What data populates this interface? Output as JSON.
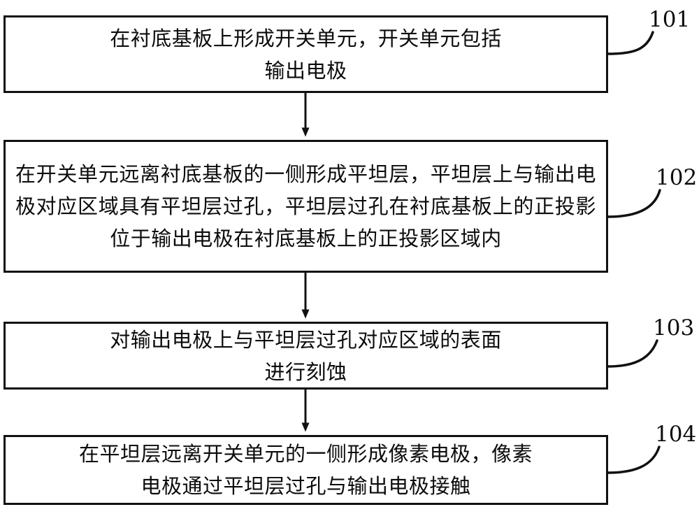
{
  "diagram": {
    "type": "flowchart",
    "orientation": "vertical",
    "background_color": "#ffffff",
    "line_color": "#111111",
    "text_color": "#0c0c0c",
    "steps": [
      {
        "ref": "101",
        "text": "在衬底基板上形成开关单元，开关单元包括\n输出电极",
        "line1": "在衬底基板上形成开关单元，开关单元包括",
        "line2": "输出电极",
        "lines": 2
      },
      {
        "ref": "102",
        "text": "在开关单元远离衬底基板的一侧形成平坦层，平坦层上与输出电极对应区域具有平坦层过孔，平坦层过孔在衬底基板上的正投影位于输出电极在衬底基板上的正投影区域内",
        "line1": "在开关单元远离衬底基板的一侧形成平坦",
        "line2": "层上与输出电极对应区域具有平坦层过孔，平坦层",
        "line3": "过孔在衬底基板上的正投影位于输出电极在衬底基",
        "line4": "板上的正投影区域内",
        "lines": 4
      },
      {
        "ref": "103",
        "text": "对输出电极上与平坦层过孔对应区域的表面\n进行刻蚀",
        "line1": "对输出电极上与平坦层过孔对应区域的表面",
        "line2": "进行刻蚀",
        "lines": 2
      },
      {
        "ref": "104",
        "text": "在平坦层远离开关单元的一侧形成像素电极，像素\n电极通过平坦层过孔与输出电极接触",
        "line1": "在平坦层远离开关单元的一侧形成像素电极，像素",
        "line2": "电极通过平坦层过孔与输出电极接触",
        "lines": 2
      }
    ],
    "arrows": [
      {
        "from": "101",
        "to": "102",
        "label": ""
      },
      {
        "from": "102",
        "to": "103",
        "label": ""
      },
      {
        "from": "103",
        "to": "104",
        "label": ""
      }
    ]
  }
}
